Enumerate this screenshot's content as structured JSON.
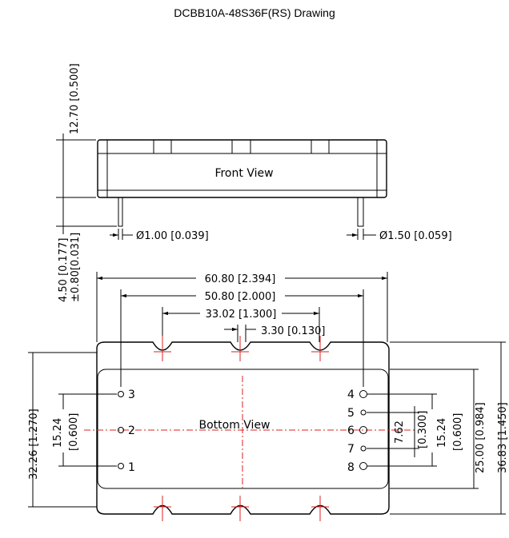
{
  "title": "DCBB10A-48S36F(RS) Drawing",
  "views": {
    "front": "Front View",
    "bottom": "Bottom View"
  },
  "dimensions": {
    "height": "12.70 [0.500]",
    "pin_dia_small": "Ø1.00 [0.039]",
    "pin_dia_large": "Ø1.50 [0.059]",
    "pin_length": "4.50 [0.177]",
    "pin_tolerance": "±0.80[0.031]",
    "length_overall": "60.80 [2.394]",
    "pin_span": "50.80 [2.000]",
    "slot_spacing": "33.02 [1.300]",
    "slot_width": "3.30 [0.130]",
    "left_total_height": "32.26 [1.270]",
    "left_pin_spacing": "15.24\n[0.600]",
    "right_small_a": "7.62",
    "right_small_b": "[0.300]",
    "right_mid_a": "15.24",
    "right_mid_b": "[0.600]",
    "right_body": "25.00 [0.984]",
    "right_total": "36.83 [1.450]",
    "left_pin_a": "15.24",
    "left_pin_b": "[0.600]"
  },
  "pins": {
    "left": [
      "3",
      "2",
      "1"
    ],
    "right": [
      "4",
      "5",
      "6",
      "7",
      "8"
    ]
  }
}
